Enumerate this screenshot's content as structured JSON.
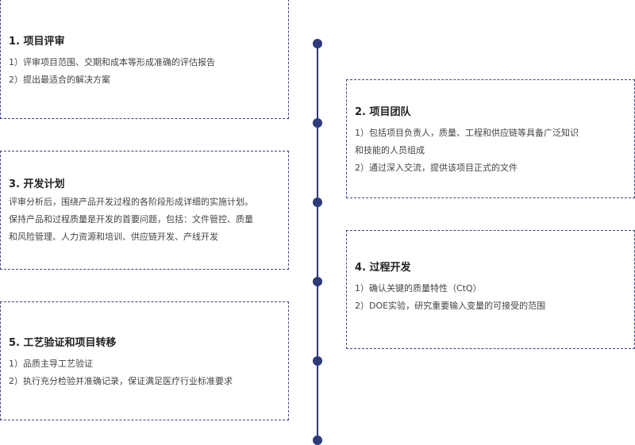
{
  "stages": [
    {
      "title": "1. 项目评审",
      "lines": [
        "1）评审项目范围、交期和成本等形成准确的评估报告",
        "2）提出最适合的解决方案"
      ]
    },
    {
      "title": "2. 项目团队",
      "lines": [
        "1）包括项目负责人，质量、工程和供应链等具备广泛知识",
        "和技能的人员组成",
        "2）通过深入交流，提供该项目正式的文件"
      ]
    },
    {
      "title": "3. 开发计划",
      "lines": [
        "评审分析后，围绕产品开发过程的各阶段形成详细的实施计划。",
        "保持产品和过程质量是开发的首要问题，包括：文件管控、质量",
        "和风险管理、人力资源和培训、供应链开发、产线开发"
      ]
    },
    {
      "title": "4. 过程开发",
      "lines": [
        "1）确认关键的质量特性（CtQ）",
        "2）DOE实验，研究重要输入变量的可接受的范围"
      ]
    },
    {
      "title": "5. 工艺验证和项目转移",
      "lines": [
        "1）品质主导工艺验证",
        "2）执行充分检验并准确记录，保证满足医疗行业标准要求"
      ]
    }
  ],
  "colors": {
    "accent": "#2e3a7a",
    "border": "#3a4687"
  }
}
